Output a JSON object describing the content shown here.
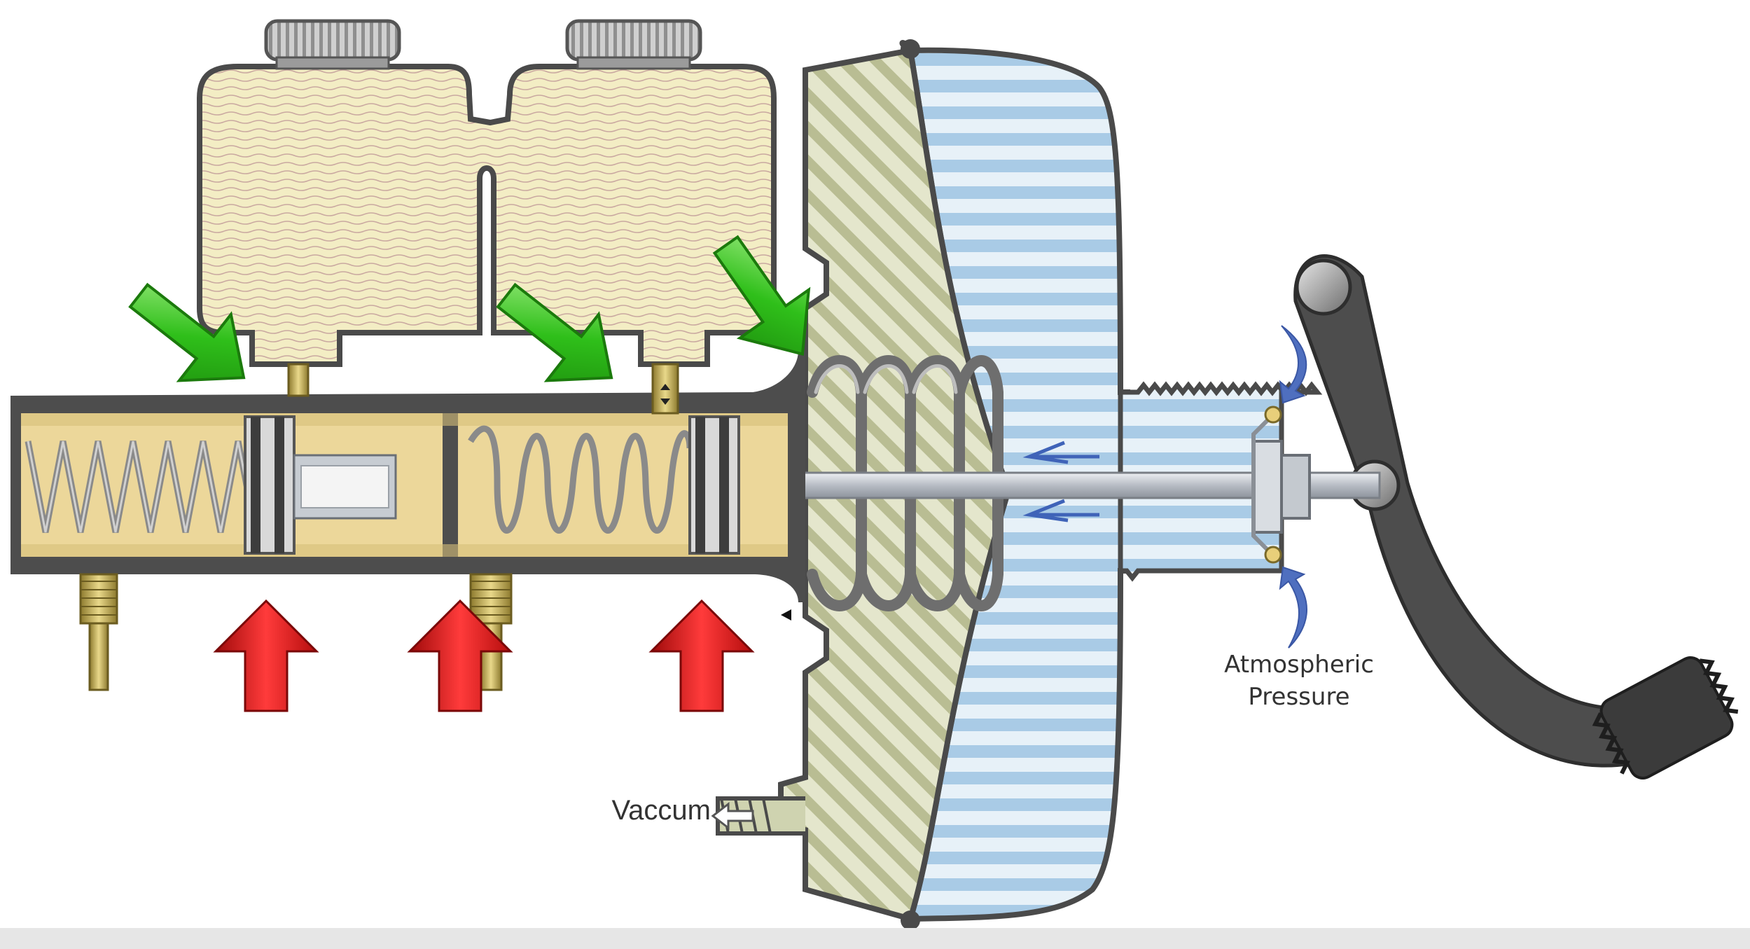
{
  "labels": {
    "atmospheric_line1": "Atmospheric",
    "atmospheric_line2": "Pressure",
    "vacuum": "Vaccum"
  },
  "colors": {
    "background": "#ffffff",
    "housing_outline": "#4a4a4a",
    "fluid_chamber": "#ecd79a",
    "reservoir_fluid": "#f2ecc2",
    "booster_front_shell": "#cfd3b0",
    "booster_rear_chamber": "#bcd6ea",
    "piston_rod": "#c8ccd2",
    "spring": "#7a7a7a",
    "brass_fitting": "#c9b25a",
    "green_arrow": "#33c21c",
    "red_arrow": "#d81414",
    "blue_arrow": "#4f6fbf",
    "pedal": "#4d4d4d"
  },
  "icons": {
    "green_arrows": "arrow-down-right-icon",
    "red_arrows": "arrow-up-icon",
    "blue_arrows": "curved-arrow-icon"
  },
  "counts": {
    "green_arrows": 3,
    "red_arrows": 3
  }
}
